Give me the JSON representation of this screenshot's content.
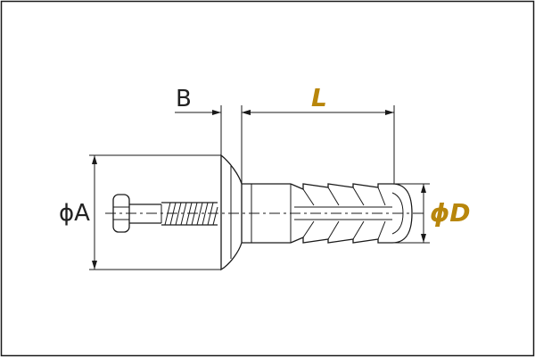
{
  "diagram": {
    "labels": {
      "b": "B",
      "l": "L",
      "a": "ϕA",
      "d": "ϕD"
    },
    "colors": {
      "frame": "#1a1a1a",
      "line": "#1a1a1a",
      "accent": "#b8860b",
      "background": "#ffffff"
    }
  }
}
